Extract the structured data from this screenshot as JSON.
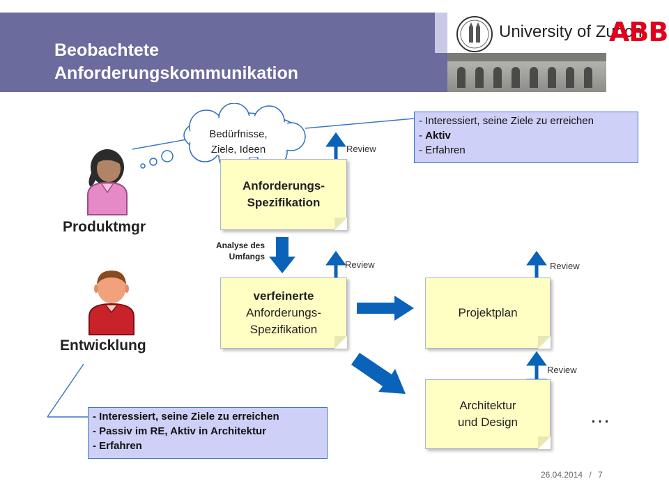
{
  "header": {
    "title_line1": "Beobachtete",
    "title_line2": "Anforderungskommunikation",
    "university": "University of Zurich",
    "company_logo": "ABB"
  },
  "thought_bubble": {
    "line1": "Bedürfnisse,",
    "line2": "Ziele, Ideen"
  },
  "notes": {
    "spec_line1": "Anforderungs-",
    "spec_line2": "Spezifikation",
    "refined_line1": "verfeinerte",
    "refined_line2": "Anforderungs-",
    "refined_line3": "Spezifikation",
    "plan": "Projektplan",
    "arch_line1": "Architektur",
    "arch_line2": "und Design"
  },
  "reviews": {
    "r1": "Review",
    "r2": "Review",
    "r3": "Review",
    "r4": "Review"
  },
  "analysis": {
    "line1": "Analyse des",
    "line2": "Umfangs"
  },
  "roles": {
    "product_manager": "Produktmgr",
    "development": "Entwicklung"
  },
  "info_pm": {
    "line1": "- Interessiert, seine Ziele zu erreichen",
    "line2_prefix": "- ",
    "line2_bold": "Aktiv",
    "line3": "- Erfahren"
  },
  "info_dev": {
    "line1": "- Interessiert, seine Ziele zu erreichen",
    "line2": "- Passiv im RE, Aktiv in Architektur",
    "line3": "- Erfahren"
  },
  "ellipsis": "…",
  "footer": {
    "date": "26.04.2014",
    "separator": "/",
    "page": "7"
  },
  "colors": {
    "title_band": "#6b6b9e",
    "note_fill": "#ffffc4",
    "arrow_blue": "#0a63b8",
    "info_fill": "#cfd0f7",
    "logo_red": "#e2001a"
  },
  "icons": [
    "product-manager-avatar-icon",
    "developer-avatar-icon",
    "university-seal-icon",
    "thought-cloud-icon"
  ]
}
